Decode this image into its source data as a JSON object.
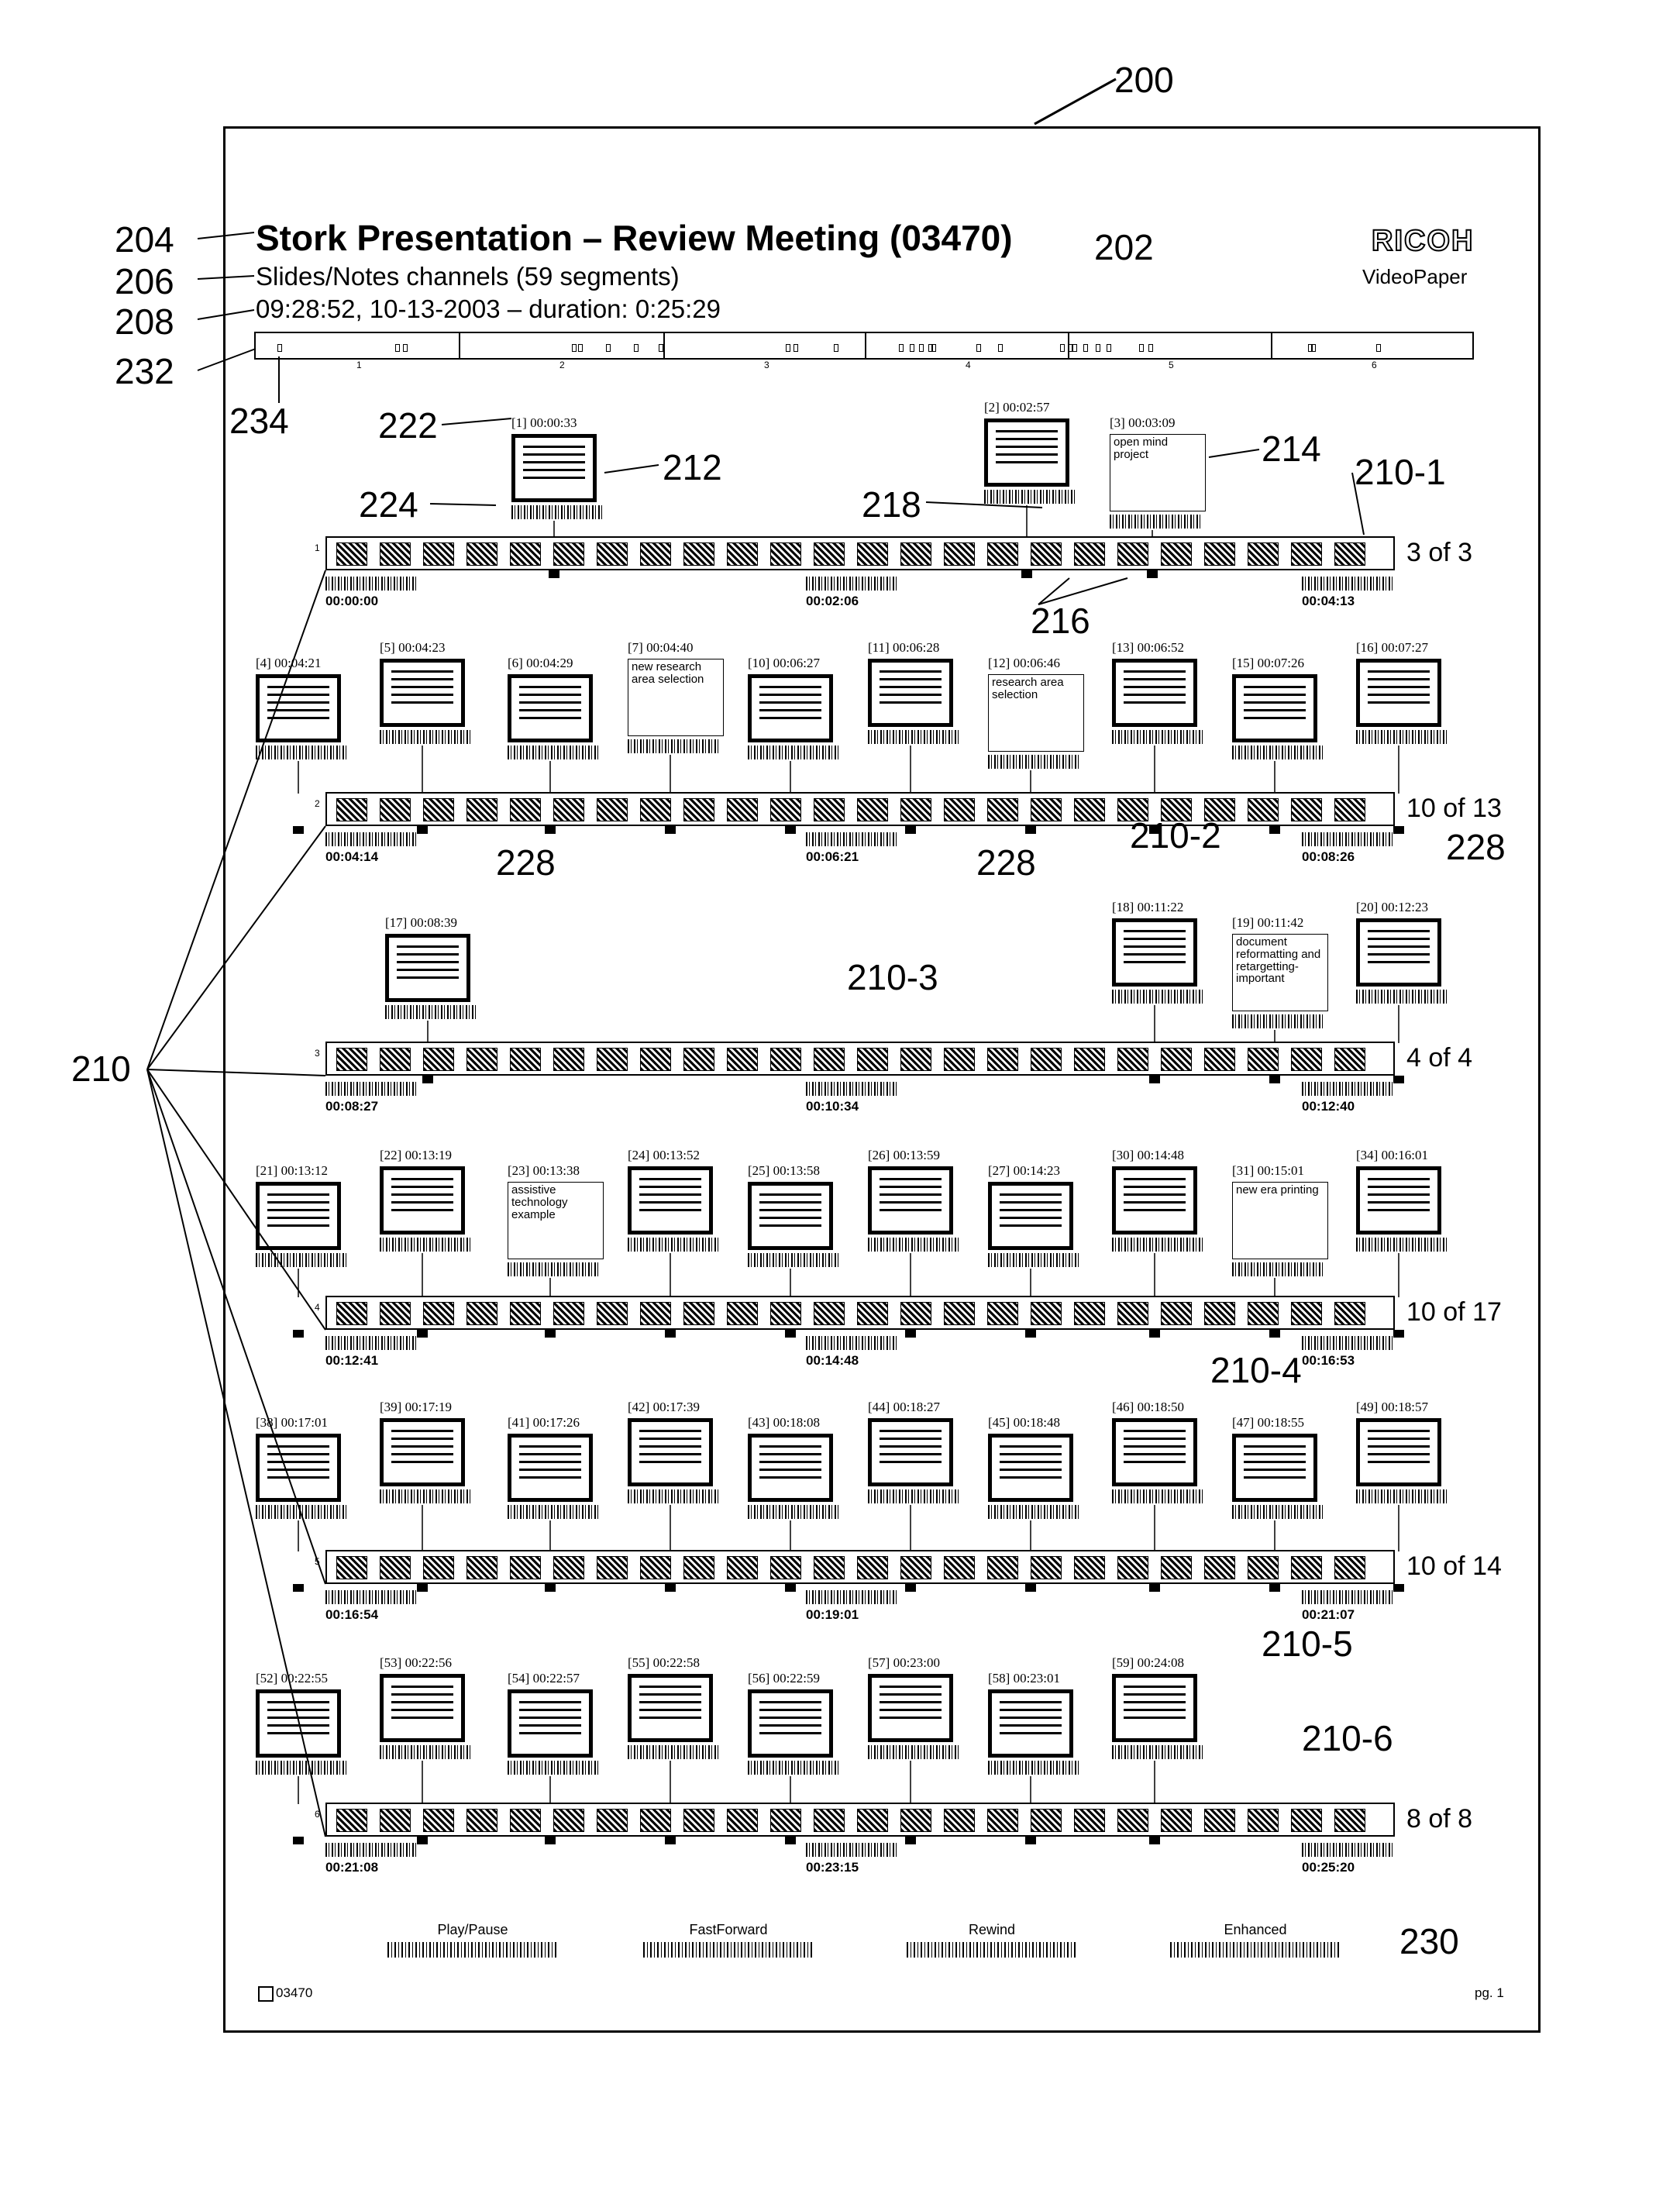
{
  "annotations": {
    "fig": "200",
    "header": "202",
    "title_ref": "204",
    "subtitle_ref": "206",
    "date_ref": "208",
    "timeline_ref": "232",
    "marker_ref": "234",
    "group_ref": "210",
    "r222": "222",
    "r212": "212",
    "r224": "224",
    "r214": "214",
    "r218": "218",
    "r216": "216",
    "r210_1": "210-1",
    "r210_2": "210-2",
    "r210_3": "210-3",
    "r210_4": "210-4",
    "r210_5": "210-5",
    "r210_6": "210-6",
    "r228a": "228",
    "r228b": "228",
    "r228c": "228",
    "r230": "230"
  },
  "document": {
    "title": "Stork Presentation – Review Meeting (03470)",
    "subtitle": "Slides/Notes channels (59 segments)",
    "date_line": "09:28:52, 10-13-2003 – duration: 0:25:29",
    "logo_top": "RICOH",
    "logo_bottom": "VideoPaper",
    "doc_id": "03470",
    "page": "pg. 1"
  },
  "timeline": {
    "numbers": [
      "1",
      "2",
      "3",
      "4",
      "5",
      "6"
    ]
  },
  "rows": [
    {
      "idx": "1",
      "count": "3 of 3",
      "t_start": "00:00:00",
      "t_mid": "00:02:06",
      "t_end": "00:04:13",
      "segments": [
        {
          "label": "[1] 00:00:33",
          "kind": "slide"
        },
        {
          "label": "[2] 00:02:57",
          "kind": "slide"
        },
        {
          "label": "[3] 00:03:09",
          "kind": "note",
          "text": "open mind project"
        }
      ]
    },
    {
      "idx": "2",
      "count": "10 of 13",
      "t_start": "00:04:14",
      "t_mid": "00:06:21",
      "t_end": "00:08:26",
      "segments": [
        {
          "label": "[4] 00:04:21",
          "kind": "slide"
        },
        {
          "label": "[5] 00:04:23",
          "kind": "slide"
        },
        {
          "label": "[6] 00:04:29",
          "kind": "slide"
        },
        {
          "label": "[7] 00:04:40",
          "kind": "note",
          "text": "new research area selection"
        },
        {
          "label": "[10] 00:06:27",
          "kind": "slide"
        },
        {
          "label": "[11] 00:06:28",
          "kind": "slide"
        },
        {
          "label": "[12] 00:06:46",
          "kind": "note",
          "text": "research area selection"
        },
        {
          "label": "[13] 00:06:52",
          "kind": "slide"
        },
        {
          "label": "[15] 00:07:26",
          "kind": "slide"
        },
        {
          "label": "[16] 00:07:27",
          "kind": "slide"
        }
      ]
    },
    {
      "idx": "3",
      "count": "4 of 4",
      "t_start": "00:08:27",
      "t_mid": "00:10:34",
      "t_end": "00:12:40",
      "segments": [
        {
          "label": "[17] 00:08:39",
          "kind": "slide"
        },
        {
          "label": "[18] 00:11:22",
          "kind": "slide"
        },
        {
          "label": "[19] 00:11:42",
          "kind": "note",
          "text": "document reformatting and retargetting-important"
        },
        {
          "label": "[20] 00:12:23",
          "kind": "slide"
        }
      ]
    },
    {
      "idx": "4",
      "count": "10 of 17",
      "t_start": "00:12:41",
      "t_mid": "00:14:48",
      "t_end": "00:16:53",
      "segments": [
        {
          "label": "[21] 00:13:12",
          "kind": "slide"
        },
        {
          "label": "[22] 00:13:19",
          "kind": "slide"
        },
        {
          "label": "[23] 00:13:38",
          "kind": "note",
          "text": "assistive technology example"
        },
        {
          "label": "[24] 00:13:52",
          "kind": "slide"
        },
        {
          "label": "[25] 00:13:58",
          "kind": "slide"
        },
        {
          "label": "[26] 00:13:59",
          "kind": "slide"
        },
        {
          "label": "[27] 00:14:23",
          "kind": "slide"
        },
        {
          "label": "[30] 00:14:48",
          "kind": "slide"
        },
        {
          "label": "[31] 00:15:01",
          "kind": "note",
          "text": "new era printing"
        },
        {
          "label": "[34] 00:16:01",
          "kind": "slide"
        }
      ]
    },
    {
      "idx": "5",
      "count": "10 of 14",
      "t_start": "00:16:54",
      "t_mid": "00:19:01",
      "t_end": "00:21:07",
      "segments": [
        {
          "label": "[38] 00:17:01",
          "kind": "slide"
        },
        {
          "label": "[39] 00:17:19",
          "kind": "slide"
        },
        {
          "label": "[41] 00:17:26",
          "kind": "slide"
        },
        {
          "label": "[42] 00:17:39",
          "kind": "slide"
        },
        {
          "label": "[43] 00:18:08",
          "kind": "slide"
        },
        {
          "label": "[44] 00:18:27",
          "kind": "slide"
        },
        {
          "label": "[45] 00:18:48",
          "kind": "slide"
        },
        {
          "label": "[46] 00:18:50",
          "kind": "slide"
        },
        {
          "label": "[47] 00:18:55",
          "kind": "slide"
        },
        {
          "label": "[49] 00:18:57",
          "kind": "slide"
        }
      ]
    },
    {
      "idx": "6",
      "count": "8 of 8",
      "t_start": "00:21:08",
      "t_mid": "00:23:15",
      "t_end": "00:25:20",
      "segments": [
        {
          "label": "[52] 00:22:55",
          "kind": "slide"
        },
        {
          "label": "[53] 00:22:56",
          "kind": "slide"
        },
        {
          "label": "[54] 00:22:57",
          "kind": "slide"
        },
        {
          "label": "[55] 00:22:58",
          "kind": "slide"
        },
        {
          "label": "[56] 00:22:59",
          "kind": "slide"
        },
        {
          "label": "[57] 00:23:00",
          "kind": "slide"
        },
        {
          "label": "[58] 00:23:01",
          "kind": "slide"
        },
        {
          "label": "[59] 00:24:08",
          "kind": "slide"
        }
      ]
    }
  ],
  "controls": [
    "Play/Pause",
    "FastForward",
    "Rewind",
    "Enhanced"
  ]
}
